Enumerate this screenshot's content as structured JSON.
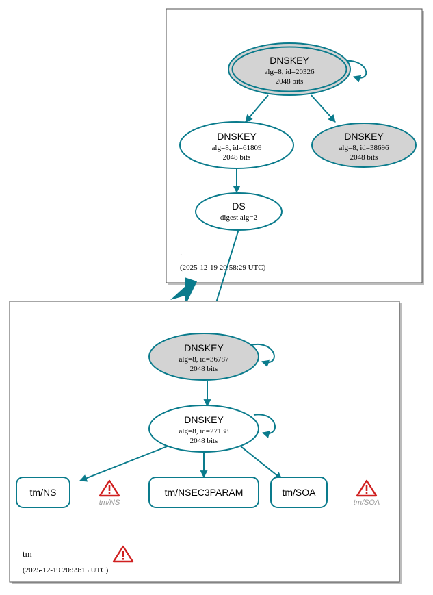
{
  "diagram": {
    "type": "dnssec-authentication-chain",
    "colors": {
      "edge": "#0a7b8c",
      "node_stroke": "#0a7b8c",
      "secure_fill": "#d3d3d3",
      "plain_fill": "#ffffff",
      "zone_border": "#4d4d4d",
      "warning": "#d02020",
      "warning_label": "#999999"
    }
  },
  "zones": [
    {
      "id": "root",
      "name": ".",
      "timestamp": "(2025-12-19 20:58:29 UTC)",
      "nodes": [
        {
          "id": "root-ksk",
          "kind": "DNSKEY",
          "title": "DNSKEY",
          "line2": "alg=8, id=20326",
          "line3": "2048 bits",
          "shape": "doubleellipse",
          "fill": "secure",
          "self_signed": true
        },
        {
          "id": "root-zsk-61809",
          "kind": "DNSKEY",
          "title": "DNSKEY",
          "line2": "alg=8, id=61809",
          "line3": "2048 bits",
          "shape": "ellipse",
          "fill": "plain",
          "self_signed": false
        },
        {
          "id": "root-zsk-38696",
          "kind": "DNSKEY",
          "title": "DNSKEY",
          "line2": "alg=8, id=38696",
          "line3": "2048 bits",
          "shape": "ellipse",
          "fill": "secure",
          "self_signed": false
        },
        {
          "id": "root-ds",
          "kind": "DS",
          "title": "DS",
          "line2": "digest alg=2",
          "line3": "",
          "shape": "ellipse",
          "fill": "plain",
          "self_signed": false
        }
      ]
    },
    {
      "id": "tm",
      "name": "tm",
      "timestamp": "(2025-12-19 20:59:15 UTC)",
      "has_warning": true,
      "nodes": [
        {
          "id": "tm-ksk-36787",
          "kind": "DNSKEY",
          "title": "DNSKEY",
          "line2": "alg=8, id=36787",
          "line3": "2048 bits",
          "shape": "ellipse",
          "fill": "secure",
          "self_signed": true
        },
        {
          "id": "tm-zsk-27138",
          "kind": "DNSKEY",
          "title": "DNSKEY",
          "line2": "alg=8, id=27138",
          "line3": "2048 bits",
          "shape": "ellipse",
          "fill": "plain",
          "self_signed": true
        }
      ],
      "rrsets": [
        {
          "id": "tm-ns",
          "label": "tm/NS"
        },
        {
          "id": "tm-nsec3param",
          "label": "tm/NSEC3PARAM"
        },
        {
          "id": "tm-soa",
          "label": "tm/SOA"
        }
      ],
      "warnings": [
        {
          "id": "warn-tm-ns",
          "label": "tm/NS"
        },
        {
          "id": "warn-tm-soa",
          "label": "tm/SOA"
        }
      ]
    }
  ]
}
